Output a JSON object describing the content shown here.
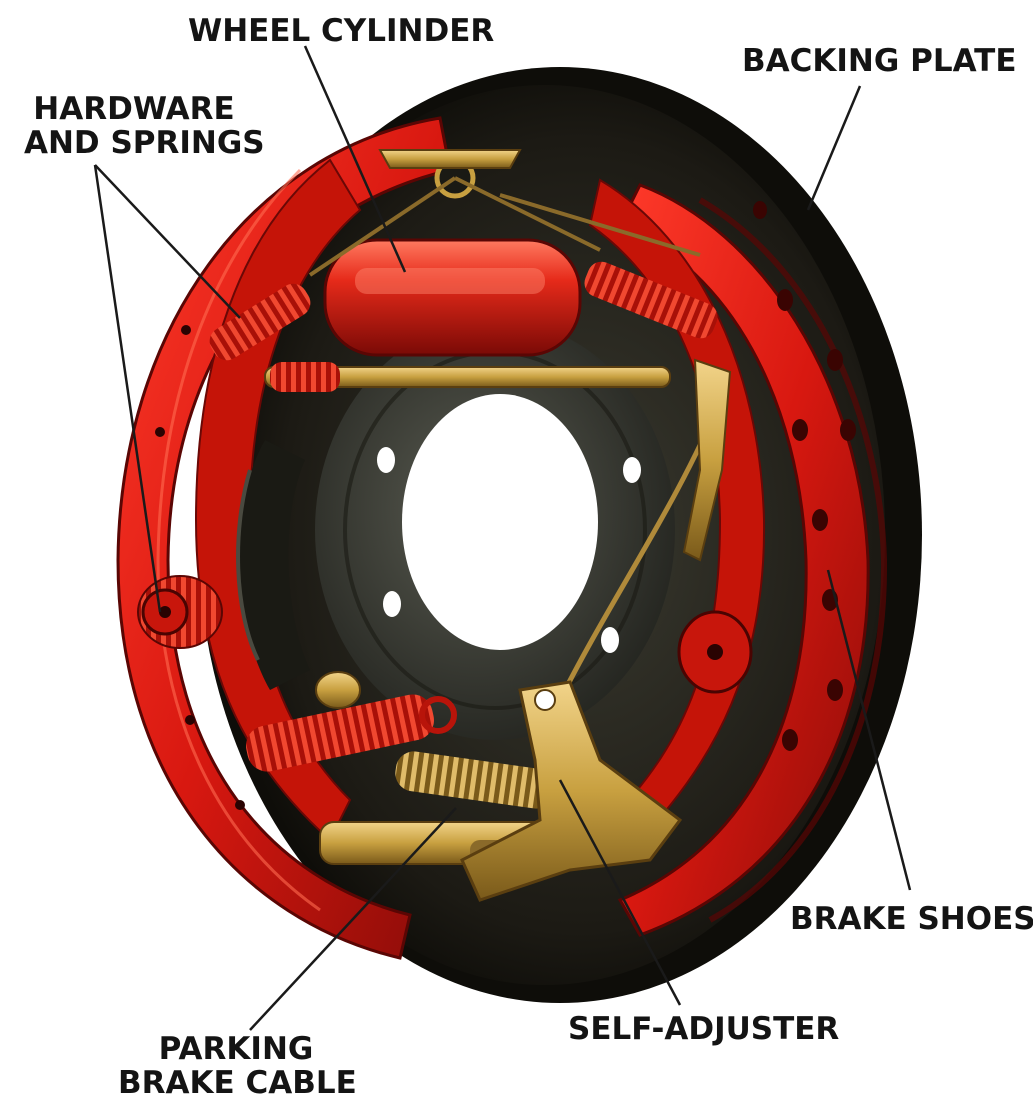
{
  "labels": {
    "wheel_cylinder": "WHEEL CYLINDER",
    "backing_plate": "BACKING PLATE",
    "hardware_line1": "HARDWARE",
    "hardware_line2": "AND SPRINGS",
    "brake_shoes": "BRAKE SHOES",
    "self_adjuster": "SELF-ADJUSTER",
    "parking_line1": "PARKING",
    "parking_line2": "BRAKE CABLE"
  },
  "colors": {
    "shoe_red": "#d81810",
    "shoe_dark": "#7a0a08",
    "backing_dark": "#1e1c16",
    "hub_gray": "#3c3e36",
    "brass": "#c8a040"
  }
}
